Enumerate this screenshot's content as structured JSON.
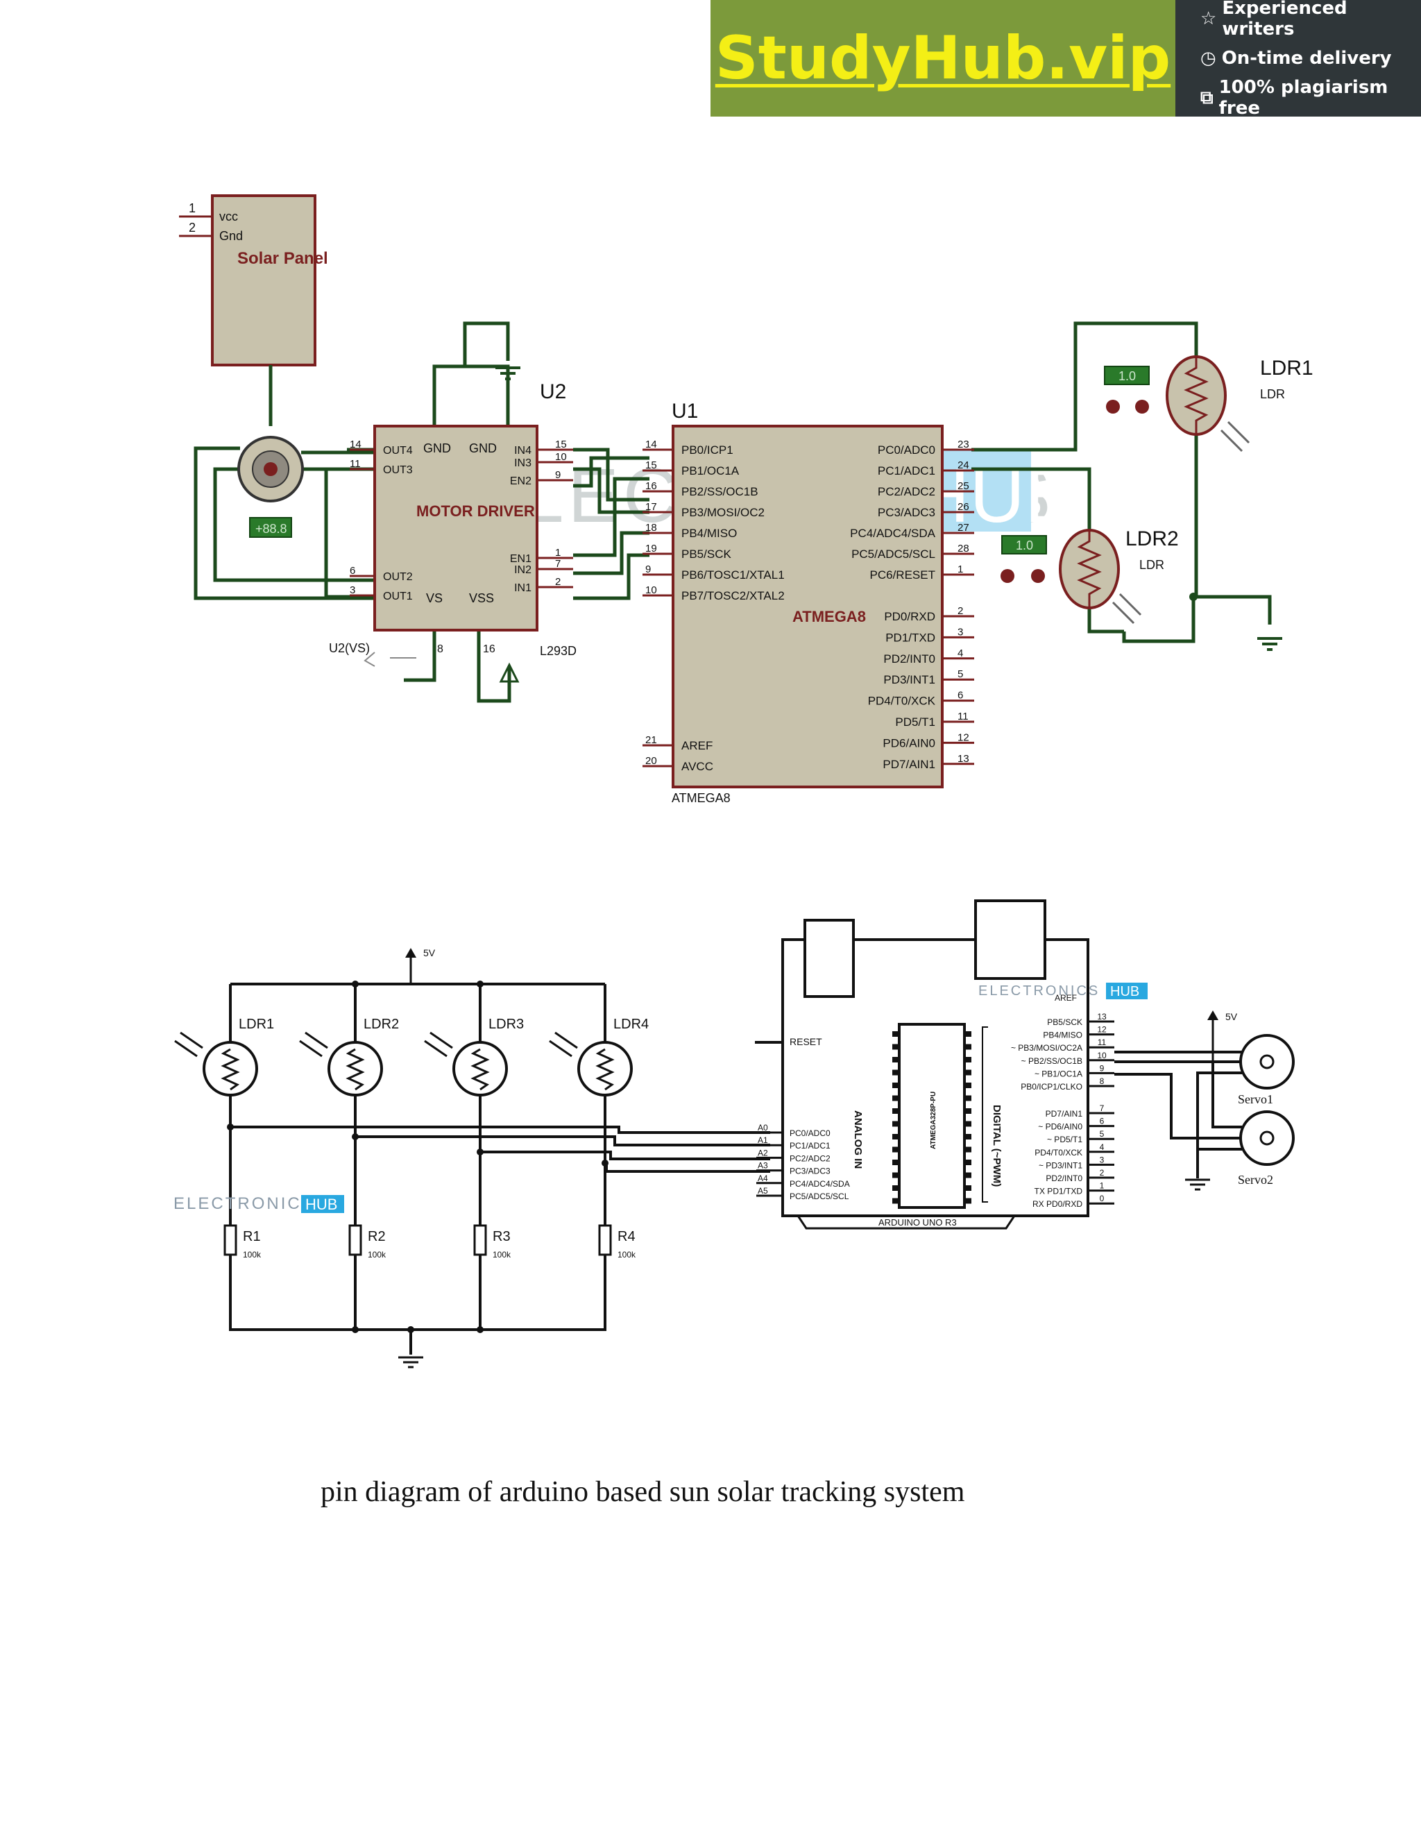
{
  "banner": {
    "logo": "StudyHub.vip",
    "features": [
      "Experienced writers",
      "On-time delivery",
      "100% plagiarism free"
    ]
  },
  "colors": {
    "banner_green": "#7c9a3b",
    "banner_dark": "#2f3639",
    "logo_yellow": "#f4ef16",
    "component_fill": "#c8c2ac",
    "component_border": "#7a1f1f",
    "wire": "#1c4a1c",
    "watermark_blue": "#29a8e0"
  },
  "top": {
    "solar": {
      "pin1": "1",
      "pin2": "2",
      "vcc": "vcc",
      "gnd": "Gnd",
      "title": "Solar Panel"
    },
    "motor_readout": "+88.8",
    "u2": {
      "ref": "U2",
      "title": "MOTOR DRIVER",
      "part": "L293D",
      "vs_label": "U2(VS)",
      "left_pins": [
        {
          "num": "14",
          "name": "OUT4"
        },
        {
          "num": "11",
          "name": "OUT3"
        },
        {
          "num": "6",
          "name": "OUT2"
        },
        {
          "num": "3",
          "name": "OUT1"
        }
      ],
      "right_pins": [
        {
          "num": "15",
          "name": "IN4"
        },
        {
          "num": "10",
          "name": "IN3"
        },
        {
          "num": "9",
          "name": "EN2"
        },
        {
          "num": "1",
          "name": "EN1"
        },
        {
          "num": "7",
          "name": "IN2"
        },
        {
          "num": "2",
          "name": "IN1"
        }
      ],
      "top_labels": [
        "GND",
        "GND"
      ],
      "bottom_labels": [
        "VS",
        "VSS"
      ],
      "bottom_pins": [
        "8",
        "16"
      ]
    },
    "u1": {
      "ref": "U1",
      "title": "ATMEGA8",
      "part": "ATMEGA8",
      "left_pins": [
        {
          "num": "14",
          "name": "PB0/ICP1"
        },
        {
          "num": "15",
          "name": "PB1/OC1A"
        },
        {
          "num": "16",
          "name": "PB2/SS/OC1B"
        },
        {
          "num": "17",
          "name": "PB3/MOSI/OC2"
        },
        {
          "num": "18",
          "name": "PB4/MISO"
        },
        {
          "num": "19",
          "name": "PB5/SCK"
        },
        {
          "num": "9",
          "name": "PB6/TOSC1/XTAL1"
        },
        {
          "num": "10",
          "name": "PB7/TOSC2/XTAL2"
        }
      ],
      "left_bottom_pins": [
        {
          "num": "21",
          "name": "AREF"
        },
        {
          "num": "20",
          "name": "AVCC"
        }
      ],
      "right_pins": [
        {
          "num": "23",
          "name": "PC0/ADC0"
        },
        {
          "num": "24",
          "name": "PC1/ADC1"
        },
        {
          "num": "25",
          "name": "PC2/ADC2"
        },
        {
          "num": "26",
          "name": "PC3/ADC3"
        },
        {
          "num": "27",
          "name": "PC4/ADC4/SDA"
        },
        {
          "num": "28",
          "name": "PC5/ADC5/SCL"
        },
        {
          "num": "1",
          "name": "PC6/RESET"
        }
      ],
      "right_bottom_pins": [
        {
          "num": "2",
          "name": "PD0/RXD"
        },
        {
          "num": "3",
          "name": "PD1/TXD"
        },
        {
          "num": "4",
          "name": "PD2/INT0"
        },
        {
          "num": "5",
          "name": "PD3/INT1"
        },
        {
          "num": "6",
          "name": "PD4/T0/XCK"
        },
        {
          "num": "11",
          "name": "PD5/T1"
        },
        {
          "num": "12",
          "name": "PD6/AIN0"
        },
        {
          "num": "13",
          "name": "PD7/AIN1"
        }
      ]
    },
    "ldr1": {
      "ref": "LDR1",
      "type": "LDR",
      "readout": "1.0"
    },
    "ldr2": {
      "ref": "LDR2",
      "type": "LDR",
      "readout": "1.0"
    },
    "watermark": {
      "text": "ELECTRONICS",
      "hub": "HUB"
    }
  },
  "bottom": {
    "supply": "5V",
    "ldrs": [
      "LDR1",
      "LDR2",
      "LDR3",
      "LDR4"
    ],
    "resistors": [
      {
        "ref": "R1",
        "value": "100k"
      },
      {
        "ref": "R2",
        "value": "100k"
      },
      {
        "ref": "R3",
        "value": "100k"
      },
      {
        "ref": "R4",
        "value": "100k"
      }
    ],
    "watermark": {
      "text": "ELECTRONICS",
      "hub": "HUB"
    },
    "arduino": {
      "title": "ARDUINO UNO R3",
      "chip": "ATMEGA328P-PU",
      "reset": "RESET",
      "aref": "AREF",
      "analog_label": "ANALOG IN",
      "digital_label": "DIGITAL (~PWM)",
      "analog_pins": [
        {
          "a": "A0",
          "name": "PC0/ADC0"
        },
        {
          "a": "A1",
          "name": "PC1/ADC1"
        },
        {
          "a": "A2",
          "name": "PC2/ADC2"
        },
        {
          "a": "A3",
          "name": "PC3/ADC3"
        },
        {
          "a": "A4",
          "name": "PC4/ADC4/SDA"
        },
        {
          "a": "A5",
          "name": "PC5/ADC5/SCL"
        }
      ],
      "digital_pins_high": [
        {
          "num": "13",
          "name": "PB5/SCK"
        },
        {
          "num": "12",
          "name": "PB4/MISO"
        },
        {
          "num": "11",
          "name": "~ PB3/MOSI/OC2A"
        },
        {
          "num": "10",
          "name": "~ PB2/SS/OC1B"
        },
        {
          "num": "9",
          "name": "~ PB1/OC1A"
        },
        {
          "num": "8",
          "name": "PB0/ICP1/CLKO"
        }
      ],
      "digital_pins_low": [
        {
          "num": "7",
          "name": "PD7/AIN1"
        },
        {
          "num": "6",
          "name": "~ PD6/AIN0"
        },
        {
          "num": "5",
          "name": "~ PD5/T1"
        },
        {
          "num": "4",
          "name": "PD4/T0/XCK"
        },
        {
          "num": "3",
          "name": "~ PD3/INT1"
        },
        {
          "num": "2",
          "name": "PD2/INT0"
        },
        {
          "num": "1",
          "name": "TX PD1/TXD"
        },
        {
          "num": "0",
          "name": "RX PD0/RXD"
        }
      ]
    },
    "servo_supply": "5V",
    "servos": [
      "Servo1",
      "Servo2"
    ]
  },
  "caption": "pin diagram of arduino based sun solar tracking system"
}
